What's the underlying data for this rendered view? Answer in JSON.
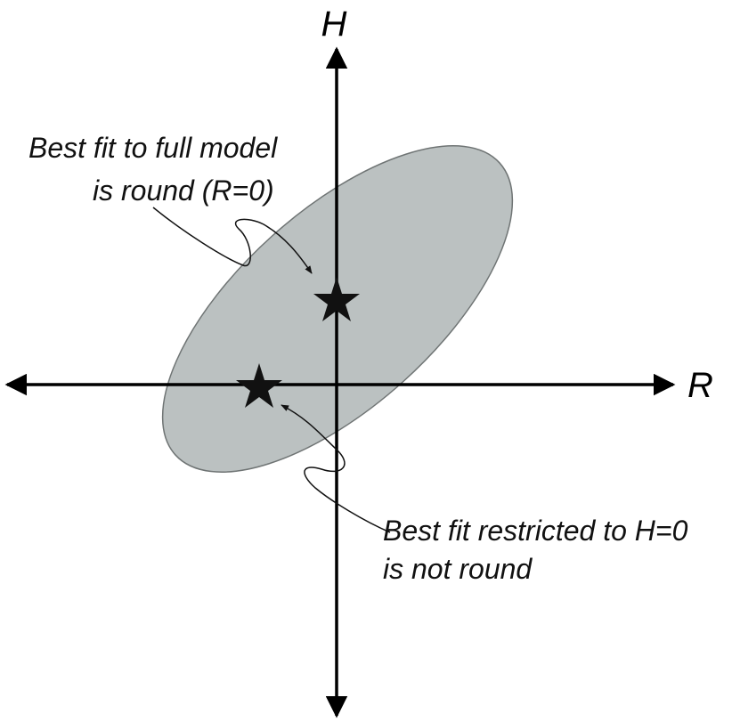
{
  "axes": {
    "vertical_label": "H",
    "horizontal_label": "R"
  },
  "annotations": {
    "full_model_line1": "Best fit to full model",
    "full_model_line2": "is round (R=0)",
    "restricted_line1": "Best fit restricted to H=0",
    "restricted_line2": "is not round"
  },
  "colors": {
    "axis": "#000000",
    "ellipse_fill": "#bbc1c1",
    "ellipse_stroke": "#6f7474",
    "star": "#111111",
    "pointer": "#111111"
  }
}
